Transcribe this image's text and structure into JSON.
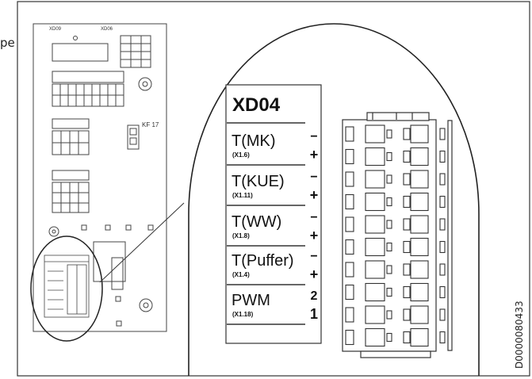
{
  "cropped_text": "pe",
  "board": {
    "connector_labels": [
      "XD09",
      "XD06"
    ],
    "kf_label": "KF 17"
  },
  "terminal": {
    "header": "XD04",
    "groups": [
      {
        "name": "T(MK)",
        "code": "(X1.6)",
        "top_mark": "−",
        "bottom_mark": "+"
      },
      {
        "name": "T(KUE)",
        "code": "(X1.11)",
        "top_mark": "−",
        "bottom_mark": "+"
      },
      {
        "name": "T(WW)",
        "code": "(X1.8)",
        "top_mark": "−",
        "bottom_mark": "+"
      },
      {
        "name": "T(Puffer)",
        "code": "(X1.4)",
        "top_mark": "−",
        "bottom_mark": "+"
      },
      {
        "name": "PWM",
        "code": "(X1.18)",
        "top_mark": "2",
        "bottom_mark": "1"
      }
    ]
  },
  "document_id": "D0000080433"
}
